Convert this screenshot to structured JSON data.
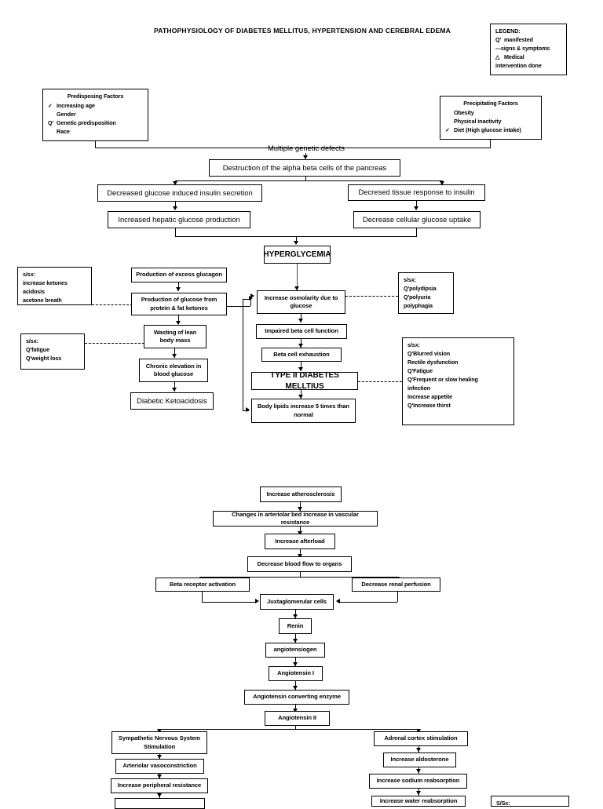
{
  "page": {
    "title": "PATHOPHYSIOLOGY OF DIABETES MELLITUS, HYPERTENSION AND CEREBRAL EDEMA"
  },
  "legend": {
    "heading": "LEGEND:",
    "items": [
      {
        "marker": "Q'",
        "label": "manifested"
      },
      {
        "marker": "---",
        "label": "signs & symptoms"
      },
      {
        "marker": "△",
        "label": "Medical"
      },
      {
        "marker": "",
        "label": "intervention done"
      }
    ]
  },
  "predisposing": {
    "heading": "Predisposing Factors",
    "items": [
      {
        "marker": "✓",
        "label": "Increasing age"
      },
      {
        "marker": "",
        "label": "Gender"
      },
      {
        "marker": "Q'",
        "label": "Genetic predisposition"
      },
      {
        "marker": "",
        "label": "Race"
      }
    ]
  },
  "precipitating": {
    "heading": "Precipitating Factors",
    "items": [
      {
        "marker": "",
        "label": "Obesity"
      },
      {
        "marker": "",
        "label": "Physical inactivity"
      },
      {
        "marker": "✓",
        "label": "Diet (High glucose intake)"
      }
    ]
  },
  "diabetes_flow": {
    "multiple_genetic_defects": "Multiple genetic defects",
    "destruction_pancreas": "Destruction of the alpha beta cells of the pancreas",
    "decreased_insulin_secretion": "Decreased glucose induced insulin secretion",
    "decreased_tissue_response": "Decresed tissue response to insulin",
    "increased_hepatic": "Increased hepatic glucose production",
    "decrease_cellular_uptake": "Decrease cellular glucose uptake",
    "hyperglycemia": "HYPERGLYCEMIA",
    "excess_glucagon": "Production of excess glucagon",
    "glucose_from_protein": "Production of glucose from protein & fat ketones",
    "wasting_lean_mass": "Wasting of lean body mass",
    "chronic_elevation": "Chronic elevation in blood glucose",
    "diabetic_ketoacidosis": "Diabetic Ketoacidosis",
    "increase_osmolarity": "Increase osmolarity due to glucose",
    "impaired_beta_cell": "Impaired beta cell function",
    "beta_cell_exhaustion": "Beta cell exhaustion",
    "type_ii_dm": "TYPE II DIABETES MELLTIUS",
    "body_lipids": "Body lipids increase 5 times than normal"
  },
  "ssx_ketones": {
    "heading": "s/sx:",
    "items": [
      {
        "marker": "",
        "label": "increase ketones"
      },
      {
        "marker": "",
        "label": "acidosis"
      },
      {
        "marker": "",
        "label": "acetone breath"
      }
    ]
  },
  "ssx_fatigue": {
    "heading": "s/sx:",
    "items": [
      {
        "marker": "Q'",
        "label": "fatigue"
      },
      {
        "marker": "Q'",
        "label": "weight loss"
      }
    ]
  },
  "ssx_polys": {
    "heading": "s/sx:",
    "items": [
      {
        "marker": "Q'",
        "label": "polydipsia"
      },
      {
        "marker": "Q'",
        "label": "polyuria"
      },
      {
        "marker": "",
        "label": "polyphagia"
      }
    ]
  },
  "ssx_dm_major": {
    "heading": "s/sx:",
    "items": [
      {
        "marker": "Q'",
        "label": "Blurred vision"
      },
      {
        "marker": "",
        "label": "Rectile dysfunction"
      },
      {
        "marker": "Q'",
        "label": "Fatigue"
      },
      {
        "marker": "Q'",
        "label": "Frequent or slow healing"
      },
      {
        "marker": "",
        "label": "infection"
      },
      {
        "marker": "",
        "label": "Increase appetite"
      },
      {
        "marker": "Q'",
        "label": "Increase thirst"
      }
    ]
  },
  "hypertension_flow": {
    "increase_atherosclerosis": "Increase atherosclerosis",
    "changes_arteriolar_bed": "Changes in arteriolar bed increase in vascular resistance",
    "increase_afterload": "Increase afterload",
    "decrease_blood_flow": "Decrease blood flow to organs",
    "beta_receptor_activation": "Beta receptor activation",
    "decrease_renal_perfusion": "Decrease renal perfusion",
    "juxtaglomerular_cells": "Juxtaglomerular cells",
    "renin": "Renin",
    "angiotensinogen": "angiotensiogen",
    "angiotensin_i": "Angiotensin I",
    "ace": "Angiotensin converting enzyme",
    "angiotensin_ii": "Angiotensin II",
    "sns_stimulation": "Sympathetic Nervous System Stimulation",
    "arteriolar_vasoconstriction": "Arteriolar vasoconstriction",
    "increase_peripheral_resistance": "Increase peripheral resistance",
    "adrenal_cortex": "Adrenal cortex stimulation",
    "increase_aldosterone": "Increase aldosterone",
    "increase_sodium": "Increase sodium reabsorption",
    "increase_water": "Increase water reabsorption",
    "bottom_left_clipped": ""
  },
  "ssx_bottom": {
    "heading": "S/Sx:"
  },
  "colors": {
    "line": "#000000",
    "box_border": "#000000",
    "background": "#ffffff",
    "text": "#000000"
  }
}
